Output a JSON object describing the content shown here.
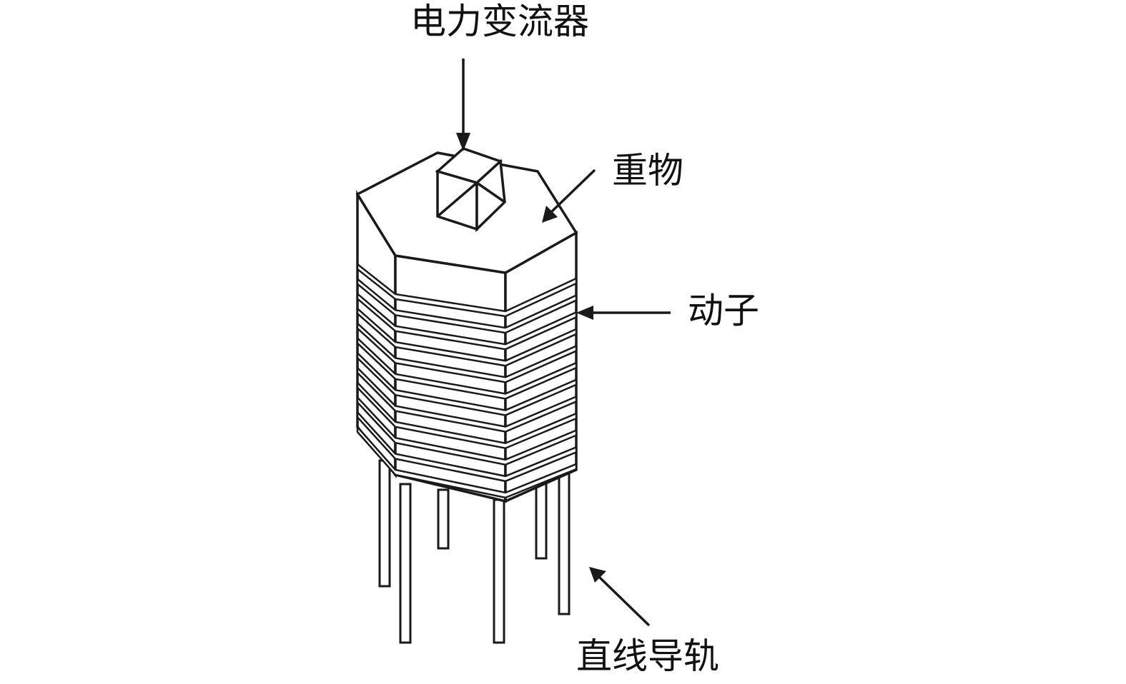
{
  "labels": {
    "converter": "电力变流器",
    "weight": "重物",
    "mover": "动子",
    "rail": "直线导轨"
  },
  "colors": {
    "line": "#1a1a1a",
    "background": "#ffffff"
  }
}
